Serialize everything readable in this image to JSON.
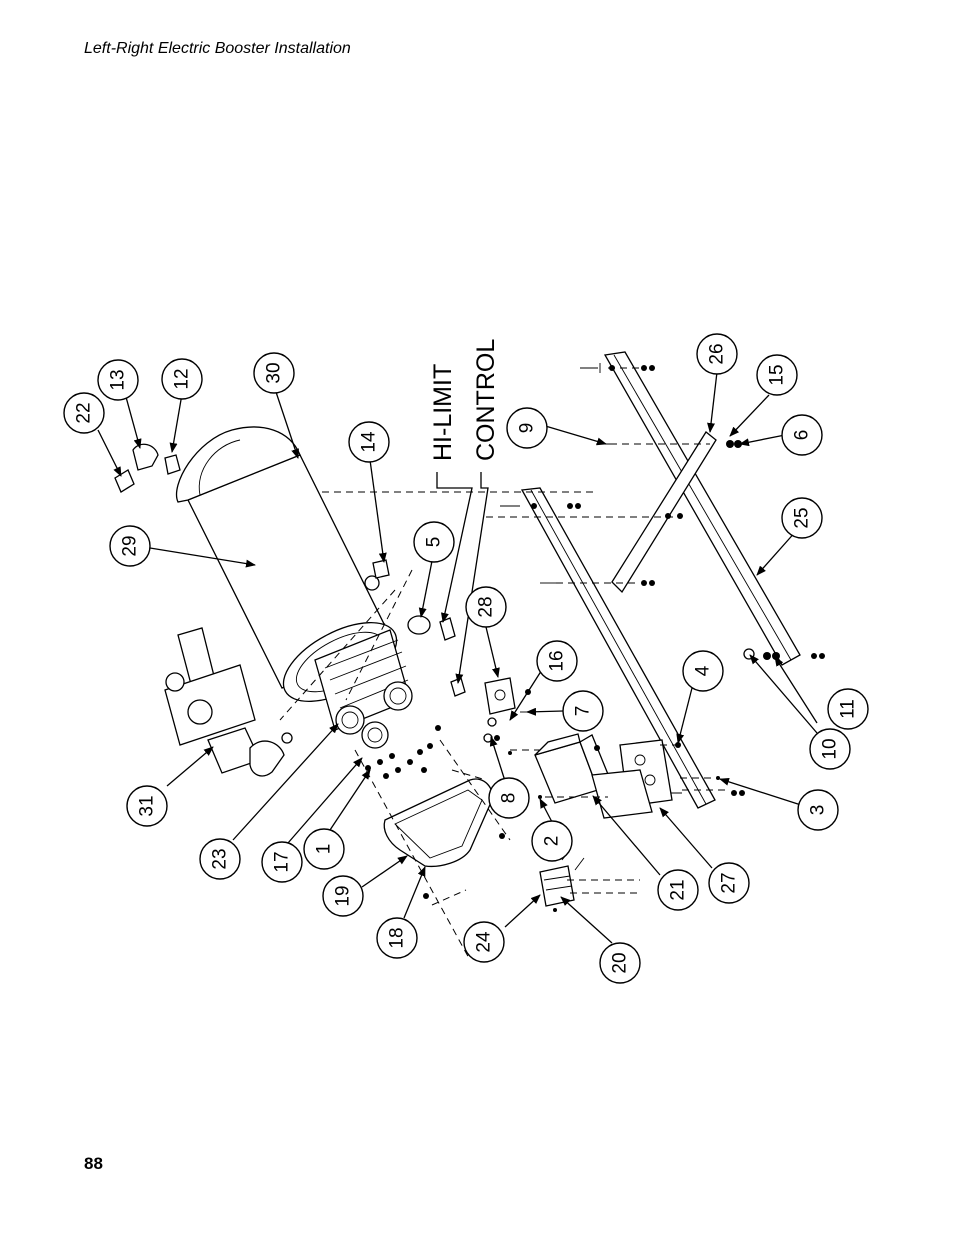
{
  "header": {
    "title": "Left-Right Electric Booster Installation"
  },
  "footer": {
    "page_number": "88"
  },
  "diagram": {
    "labels": {
      "hi_limit": "HI-LIMIT",
      "control": "CONTROL"
    },
    "callouts": [
      "1",
      "2",
      "3",
      "4",
      "5",
      "6",
      "7",
      "8",
      "9",
      "10",
      "11",
      "12",
      "13",
      "14",
      "15",
      "16",
      "17",
      "18",
      "19",
      "20",
      "21",
      "22",
      "23",
      "24",
      "25",
      "26",
      "27",
      "28",
      "29",
      "30",
      "31"
    ]
  }
}
